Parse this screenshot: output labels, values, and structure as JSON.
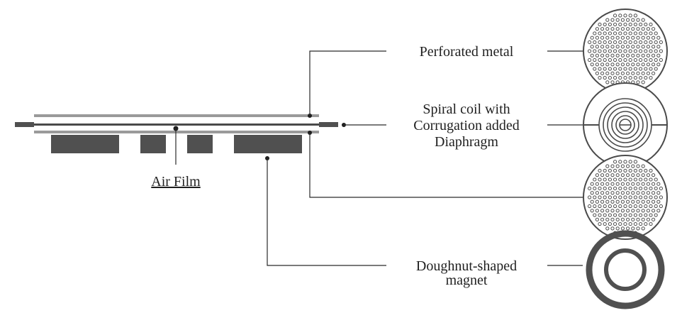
{
  "labels": {
    "perforated_metal": "Perforated metal",
    "spiral_coil_line1": "Spiral coil with",
    "spiral_coil_line2": "Corrugation added",
    "spiral_coil_line3": "Diaphragm",
    "air_film": "Air Film",
    "magnet_line1": "Doughnut-shaped",
    "magnet_line2": "magnet"
  },
  "colors": {
    "line": "#2a2a2a",
    "plate": "#9a9a9a",
    "magnet": "#505050",
    "disc": "#4a4a4a"
  }
}
